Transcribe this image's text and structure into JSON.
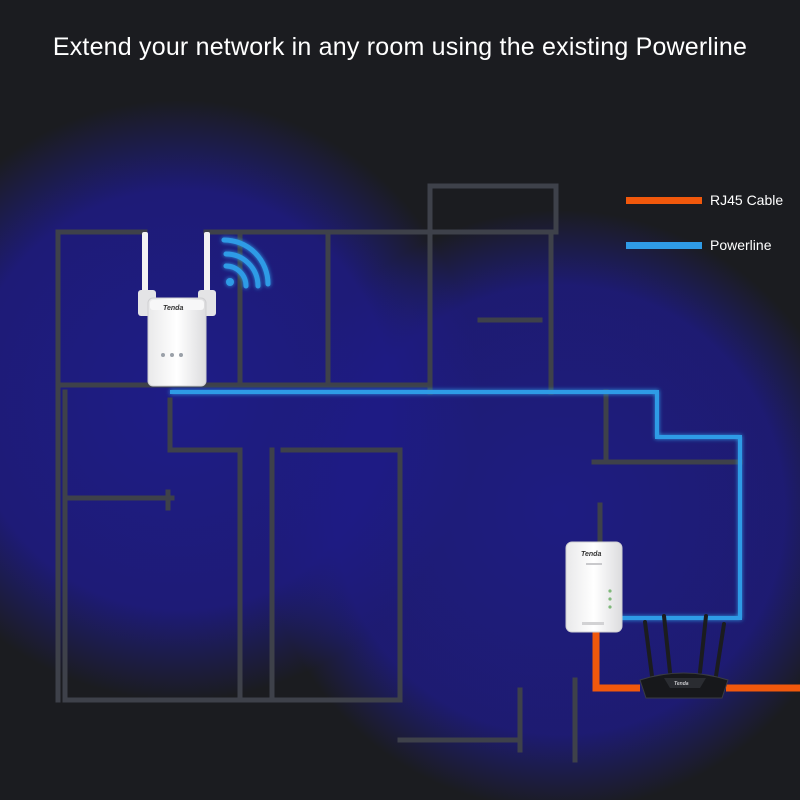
{
  "headline": "Extend your network in any room using the existing Powerline",
  "legend": {
    "items": [
      {
        "label": "RJ45 Cable",
        "color": "#f1580c"
      },
      {
        "label": "Powerline",
        "color": "#2f9be6"
      }
    ]
  },
  "devices": {
    "extender_brand": "Tenda",
    "adapter_brand": "Tenda",
    "router_brand": "Tenda"
  },
  "colors": {
    "background": "#1b1c20",
    "wall": "#3b3e46",
    "coverage": "#1f1d8a",
    "wifi": "#2f9be6"
  }
}
